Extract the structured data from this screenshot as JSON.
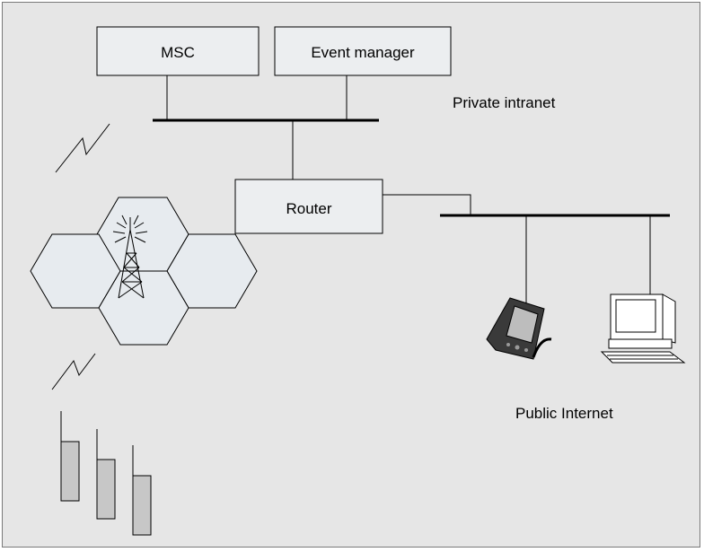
{
  "diagram": {
    "nodes": {
      "msc": "MSC",
      "event_manager": "Event manager",
      "router": "Router"
    },
    "labels": {
      "private_intranet": "Private intranet",
      "public_internet": "Public Internet"
    },
    "colors": {
      "background": "#e6e6e6",
      "box_fill": "#eceef0",
      "cell_fill": "#e7ebef",
      "device_fill": "#c7c7c7",
      "line": "#000000"
    },
    "icons": [
      "cell-tower-icon",
      "pda-icon",
      "desktop-computer-icon",
      "mobile-radio-icon",
      "wireless-link-icon"
    ]
  }
}
